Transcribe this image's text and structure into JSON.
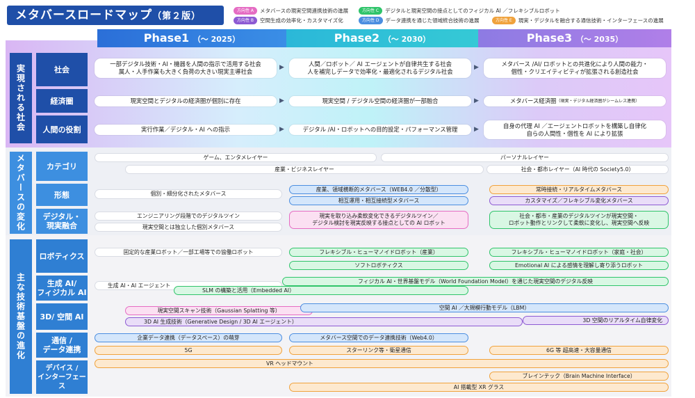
{
  "title": {
    "main": "メタバースロードマップ",
    "version": "（第２版）"
  },
  "legend": [
    {
      "tag": "方向性 A",
      "text": "メタバースの現実空間連携技術の進展",
      "color": "#e56cc3"
    },
    {
      "tag": "方向性 B",
      "text": "空間生成の効率化・カスタマイズ化",
      "color": "#8d5ad3"
    },
    {
      "tag": "方向性 C",
      "text": "デジタルと現実空間の接点としてのフィジカル AI ／フレキシブルロボット",
      "color": "#2fc46a"
    },
    {
      "tag": "方向性 D",
      "text": "データ連携を通じた領域統合技術の進展",
      "color": "#4b8ee0"
    },
    {
      "tag": "方向性 E",
      "text": "現実・デジタルを融合する通信技術・インターフェースの進展",
      "color": "#f0a23c"
    }
  ],
  "phases": [
    {
      "name": "Phase1",
      "period": "（～ 2025）"
    },
    {
      "name": "Phase2",
      "period": "（～ 2030）"
    },
    {
      "name": "Phase3",
      "period": "（～ 2035）"
    }
  ],
  "sections": {
    "society": "実現される社会",
    "metaverse": "メタバースの変化",
    "tech": "主な技術基盤の進化"
  },
  "rows": {
    "society": "社会",
    "economy": "経済圏",
    "human": "人間の役割",
    "category": "カテゴリ",
    "form": "形態",
    "twin": "デジタル・\n現実融合",
    "robotics": "ロボティクス",
    "genai": "生成 AI/\nフィジカル AI",
    "space3d": "3D/ 空間 AI",
    "comm": "通信 /\nデータ連携",
    "device": "デバイス /\nインターフェース"
  },
  "society_cells": [
    "一部デジタル技術・AI・機器を人間の指示で活用する社会\n属人・人手作業も大きく負荷の大きい現実主導社会",
    "人間／ロボット／ AI エージェントが自律共生する社会\n人を補完しデータで効率化・最適化されるデジタル社会",
    "メタバース /AI/ ロボットとの共進化により人間の能力・\n個性・クリエイティビティが拡張される創造社会"
  ],
  "economy_cells": [
    "現実空間とデジタルの経済圏が個別に存在",
    "現実空間 / デジタル空間の経済圏が一部融合",
    "メタバース経済圏"
  ],
  "economy_note": "（現実・デジタル経済圏がシームレス連携）",
  "human_cells": [
    "実行作業／デジタル・AI への指示",
    "デジタル /AI・ロボットへの目的設定・パフォーマンス管理",
    "自身の代理 AI ／エージェントロボットを構築し自律化\n自らの人間性・個性を AI により拡張"
  ],
  "bars": {
    "game": "ゲーム、エンタメレイヤー",
    "personal": "パーソナルレイヤー",
    "industry": "産業・ビジネスレイヤー",
    "social": "社会・都市レイヤー（AI 時代の Society5.0）",
    "individual_meta": "個別・細分化されたメタバース",
    "cross_meta": "産業、領域横断的メタバース（WEB4.0 ／分散型）",
    "always_on": "常時接続・リアルタイムメタバース",
    "interop": "相互運用・相互接続型メタバース",
    "custom": "カスタマイズ／フレキシブル変化メタバース",
    "eng_twin": "エンジニアリング段階でのデジタルツイン",
    "flex_twin": "現実を取り込み柔軟変化できるデジタルツイン／\nデジタル検討を現実反映する接点としての AI ロボット",
    "city_twin": "社会・都市・産業のデジタルツインが現実空間・\nロボット動作とリンクして柔軟に変化し、現実空間へ反映",
    "indep_meta": "現実空間とは独立した個別メタバース",
    "fixed_robot": "固定的な産業ロボット／一部工場等での協働ロボット",
    "flex_robot_ind": "フレキシブル・ヒューマノイドロボット（産業）",
    "flex_robot_home": "フレキシブル・ヒューマノイドロボット（家庭・社会）",
    "soft_robot": "ソフトロボティクス",
    "emotional_ai": "Emotional AI による感情を理解し寄り添うロボット",
    "genai_agent": "生成 AI・AI エージェント",
    "physical_ai": "フィジカル AI・世界基盤モデル（World Foundation Model）を通じた現実空間のデジタル反映",
    "slm": "SLM の構築と活用（Embedded AI）",
    "scan": "現実空間スキャン技術（Gaussian Splatting 等）",
    "lbm": "空間 AI ／大規模行動モデル（LBM）",
    "gen3d": "3D AI 生成技術（Generative Design / 3D AI エージェント）",
    "realtime3d": "3D 空間のリアルタイム自律変化",
    "data_space": "企業データ連携（データスペース）の萌芽",
    "meta_data": "メタバース空間でのデータ連携技術（Web4.0）",
    "g5": "5G",
    "starlink": "スターリンク等・衛星通信",
    "g6": "6G 等 超高速・大容量通信",
    "vr": "VR ヘッドマウント",
    "bmi": "ブレインテック（Brain Machine Interface）",
    "xr": "AI 搭載型 XR グラス"
  }
}
